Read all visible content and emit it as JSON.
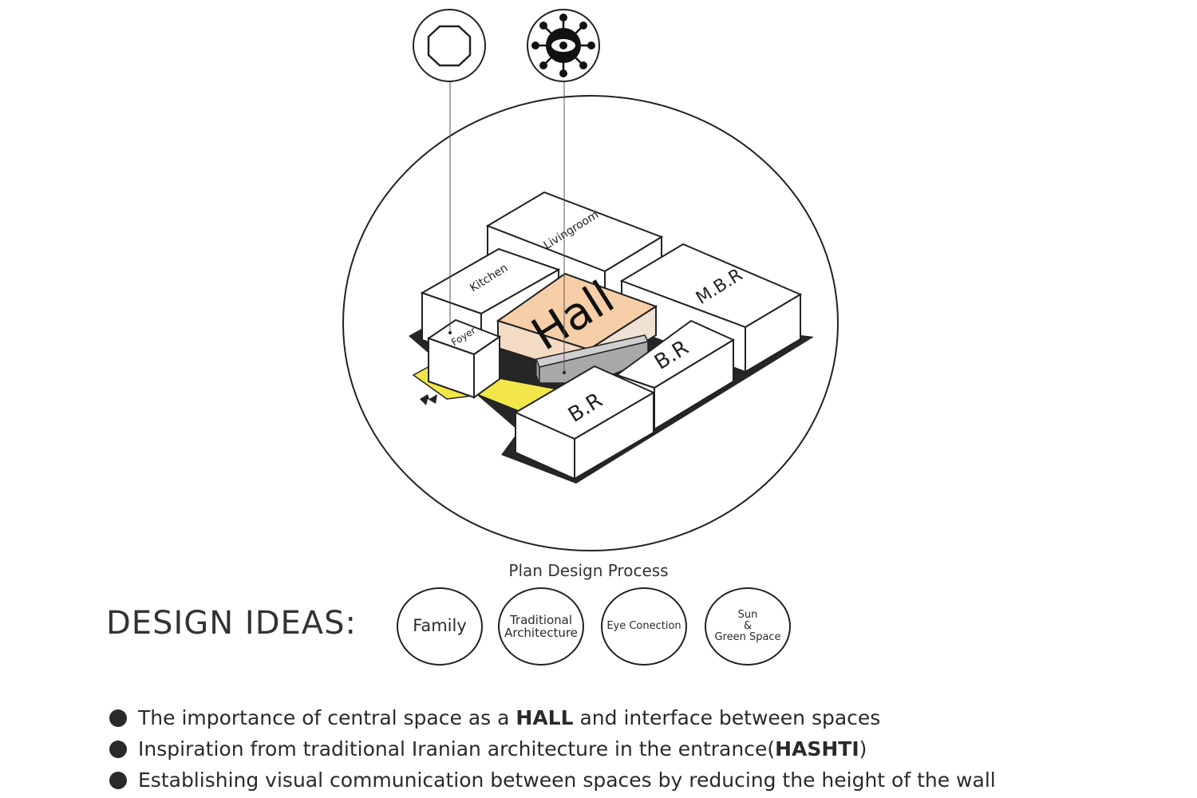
{
  "diagram": {
    "rooms": {
      "hall": "Hall",
      "livingroom": "Livingroom",
      "kitchen": "Kitchen",
      "mbr": "M.B.R",
      "br_right": "B.R",
      "br_bottom": "B.R",
      "foyer": "Foyer"
    },
    "top_icons": [
      "octagon-icon",
      "eye-network-icon"
    ],
    "colors": {
      "hall": "#f6cfa8",
      "hall_side": "#efe2d4",
      "entrance_path": "#f3e64a",
      "base_slab": "#262626",
      "room_fill": "#ffffff",
      "wall": "#9a9a9a"
    }
  },
  "process_label": "Plan Design Process",
  "design_ideas": {
    "title": "DESIGN IDEAS:",
    "circles": [
      {
        "lines": [
          "Family"
        ]
      },
      {
        "lines": [
          "Traditional",
          "Architecture"
        ]
      },
      {
        "lines": [
          "Eye Conection"
        ]
      },
      {
        "lines": [
          "Sun",
          "&",
          "Green Space"
        ]
      }
    ]
  },
  "bullets": [
    {
      "before": "The importance of central space as a ",
      "bold": "HALL",
      "after": " and interface between spaces"
    },
    {
      "before": "Inspiration from traditional Iranian architecture in the entrance(",
      "bold": "HASHTI",
      "after": ")"
    },
    {
      "before": "Establishing visual communication between spaces by reducing the height of the wall",
      "bold": "",
      "after": ""
    }
  ]
}
